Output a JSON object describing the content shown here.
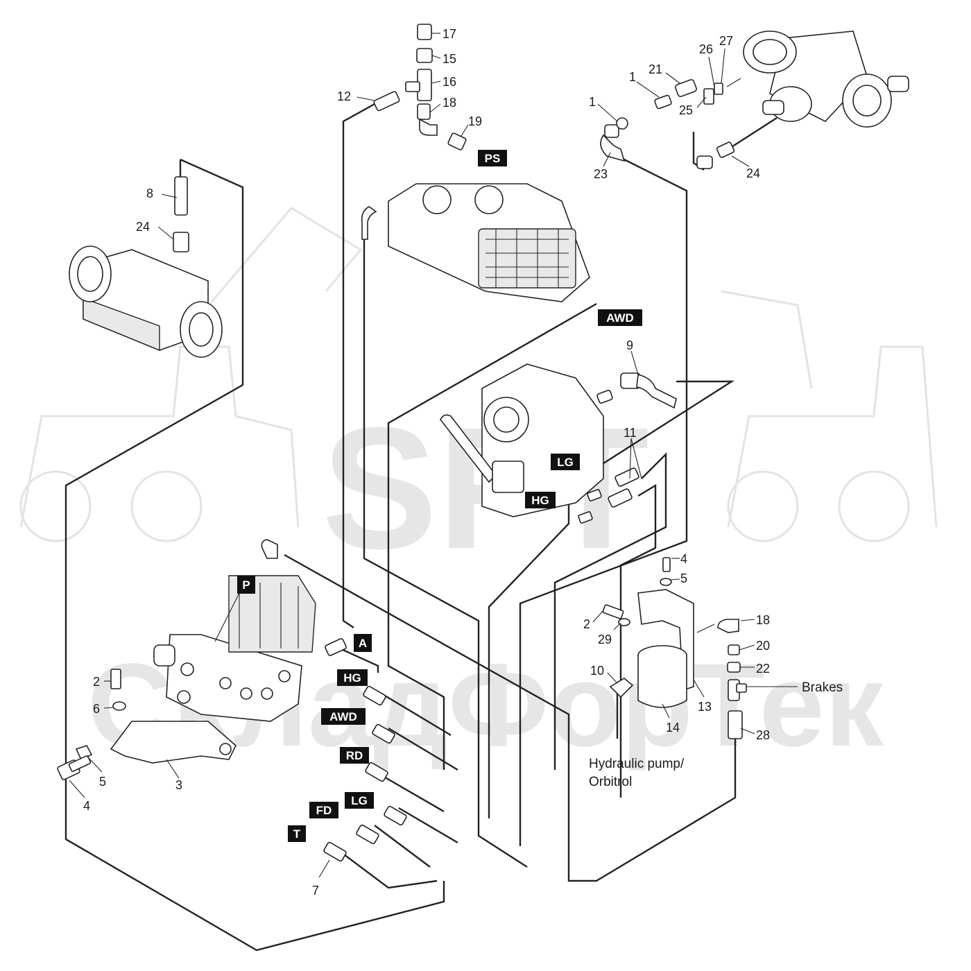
{
  "watermark": {
    "brand": "SFT",
    "subtitle": "СкладФорТек"
  },
  "tags": {
    "PS": "PS",
    "AWD_top": "AWD",
    "LG_pump": "LG",
    "HG_pump": "HG",
    "P": "P",
    "A": "A",
    "HG_valve": "HG",
    "AWD_valve": "AWD",
    "RD": "RD",
    "LG_valve": "LG",
    "FD": "FD",
    "T": "T"
  },
  "callouts": {
    "n17": "17",
    "n15": "15",
    "n16": "16",
    "n12": "12",
    "n18_top": "18",
    "n19": "19",
    "n27": "27",
    "n26": "26",
    "n21": "21",
    "n1_a": "1",
    "n1_b": "1",
    "n25": "25",
    "n23": "23",
    "n24_right": "24",
    "n8": "8",
    "n24_left": "24",
    "n9": "9",
    "n11": "11",
    "n4_right": "4",
    "n5_right": "5",
    "n2_right": "2",
    "n29": "29",
    "n18_right": "18",
    "n20": "20",
    "n22": "22",
    "n10": "10",
    "n13": "13",
    "n14": "14",
    "n28": "28",
    "n2_left": "2",
    "n6": "6",
    "n5_left": "5",
    "n3": "3",
    "n4_left": "4",
    "n7": "7"
  },
  "notes": {
    "brakes": "Brakes",
    "pump_line1": "Hydraulic pump/",
    "pump_line2": "Orbitrol"
  },
  "colors": {
    "ink": "#222222",
    "tag_bg": "#111111",
    "watermark": "#e6e6e6",
    "background": "#ffffff"
  }
}
